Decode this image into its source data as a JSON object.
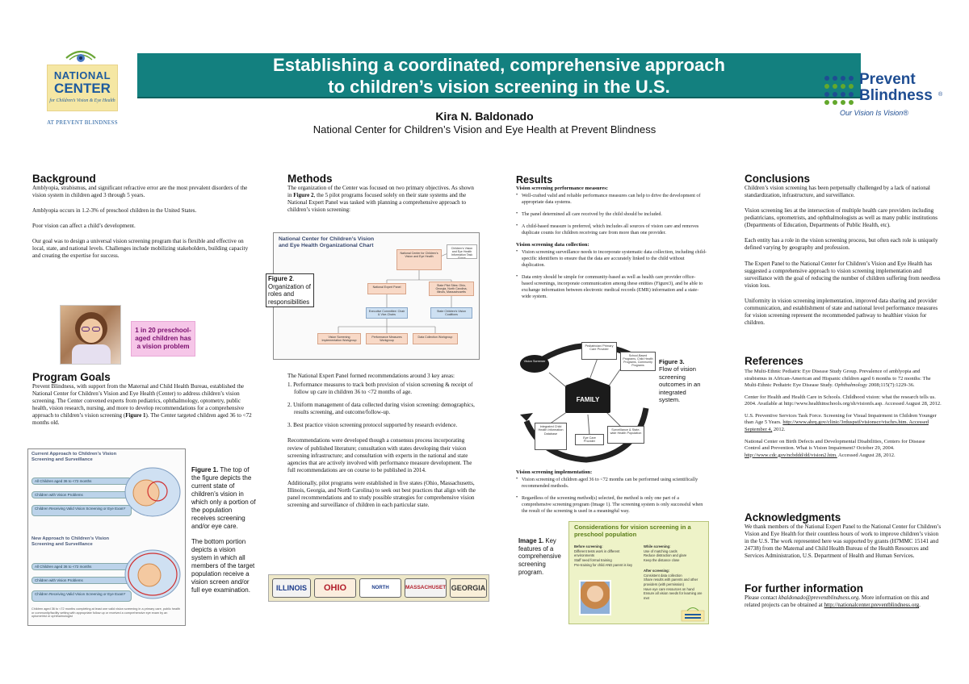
{
  "header": {
    "title_line1": "Establishing a coordinated, comprehensive approach",
    "title_line2": "to children’s vision screening in the U.S.",
    "author": "Kira N. Baldonado",
    "affiliation": "National Center for Children’s Vision and Eye Health at Prevent Blindness",
    "left_logo": {
      "line1": "NATIONAL",
      "line2": "CENTER",
      "line3": "for Children’s Vision & Eye Health",
      "line4": "AT PREVENT BLINDNESS"
    },
    "right_logo": {
      "line1": "Prevent",
      "line2": "Blindness",
      "reg": "®",
      "tagline": "Our Vision Is Vision®"
    }
  },
  "background": {
    "heading": "Background",
    "p1": "Amblyopia, strabismus, and significant refractive error are the most prevalent disorders of the vision system in children aged 3 through 5 years.",
    "p2": "Amblyopia occurs in 1.2-3% of preschool children in the United States.",
    "p3": "Poor vision can affect a child’s development.",
    "p4": "Our goal was to design a universal vision screening program that is flexible and effective on local, state, and national levels. Challenges include mobilizing stakeholders, building capacity and creating the expertise for success.",
    "callout": "1 in 20 preschool-aged children has a vision problem"
  },
  "program_goals": {
    "heading": "Program Goals",
    "p_pre": "Prevent Blindness, with support from the Maternal and Child Health Bureau, established the National Center for Children’s Vision and Eye Health (Center) to address children’s vision screening. The Center convened experts from pediatrics, ophthalmology, optometry, public health, vision research, nursing, and more to develop recommendations for a comprehensive approach to children’s vision screening (",
    "p_ref": "Figure 1",
    "p_post": "). The Center targeted children aged 36 to <72 months old.",
    "figure1": {
      "current_title": "Current Approach to Children’s Vision Screening and Surveillance",
      "current_rows": [
        "All Children aged 36 to <72 months",
        "Children with Vision Problems",
        "Children Receiving Valid Vision Screening or Eye Exam*"
      ],
      "new_title": "New Approach to Children’s Vision Screening and Surveillance",
      "new_rows": [
        "All Children aged 36 to <72 months",
        "Children with Vision Problems",
        "Children Receiving Valid Vision Screening or Eye Exam*"
      ],
      "footnote": "Children aged 36 to <72 months completing at least one valid vision screening in a primary care, public health or community/facility setting with appropriate follow up or received a comprehensive eye exam by an optometrist or ophthalmologist"
    },
    "fig1_label": "Figure 1.",
    "fig1_caption_a": "The top of the figure depicts the current state of children’s vision in which only a portion of the population receives screening and/or eye care.",
    "fig1_caption_b": "The bottom portion depicts a vision system in which all members of the target population receive a vision screen and/or full eye examination."
  },
  "methods": {
    "heading": "Methods",
    "p1_pre": "The organization of the Center was focused on two primary objectives. As shown in ",
    "p1_ref": "Figure 2",
    "p1_post": ", the 5 pilot programs focused solely on their state systems and the National Expert Panel was tasked with planning a comprehensive approach to children’s vision screening:",
    "org_chart_title": "National Center for Children’s Vision and Eye Health Organizational Chart",
    "org_nodes": [
      "National Center for Children’s Vision and Eye Health",
      "Children’s Vision and Eye Health Information Task Force",
      "National Expert Panel",
      "State Pilot Sites: Ohio, Georgia, North Carolina, Illinois, Massachusetts",
      "Executive Committee: Chair & Vice-Chairs",
      "State Children’s Vision Coalitions",
      "Vision Screening Implementation Workgroup",
      "Performance Measures Workgroup",
      "Data Collection Workgroup"
    ],
    "fig2_label": "Figure 2",
    "fig2_caption": "Organization of roles and responsibilities",
    "p2": "The National Expert Panel formed recommendations around 3 key areas:",
    "list": [
      "1. Performance measures to track both provision of vision screening & receipt of follow up care in children 36 to <72 months of age.",
      "2. Uniform management of data collected during vision screening: demographics, results screening, and outcome/follow-up.",
      "3. Best practice vision screening protocol supported by research evidence."
    ],
    "p3": "Recommendations were developed though a consensus process incorporating review of published literature; consultation with states developing their vision screening infrastructure; and consultation with experts in the national and state agencies that are actively involved with performance measure development. The full recommendations are on course to be published in 2014.",
    "p4": "Additionally, pilot programs were established in five states (Ohio, Massachusetts, Illinois, Georgia, and North Carolina) to seek out best practices that align with the panel recommendations and to study possible strategies for comprehensive vision screening and surveillance of children in each particular state.",
    "plates": [
      "ILLINOIS",
      "OHIO",
      "NORTH CAROLINA",
      "MASSACHUSETTS",
      "GEORGIA"
    ]
  },
  "results": {
    "heading": "Results",
    "s1_title": "Vision screening performance measures:",
    "s1_items": [
      "Well-crafted valid and reliable performance measures can help to drive the development of appropriate data systems.",
      "The panel determined all care received by the child should be included.",
      "A child-based measure is preferred, which includes all sources of vision care and removes duplicate counts for children receiving care from more than one provider."
    ],
    "s2_title": "Vision screening data collection:",
    "s2_items": [
      "Vision screening surveillance needs to incorporate systematic data collection, including child-specific identifiers to ensure that the data are accurately linked to the child without duplication.",
      "Data entry should be simple for community-based as well as health care provider office-based screenings, incorporate communication among these entities (Figure3), and be able to exchange information between electronic medical records (EMR) information and a state-wide system."
    ],
    "fig3": {
      "center": "FAMILY",
      "nodes": [
        "Vision Screener",
        "Pediatrician/ Primary Care Provider",
        "School-Based Programs, Child Health Programs, Community Programs",
        "Integrated Child Health Information Database",
        "Eye Care Provider",
        "Surveillance & State-wide Health Population"
      ]
    },
    "fig3_label": "Figure 3.",
    "fig3_caption": "Flow of vision screening outcomes in an integrated system.",
    "s3_title": "Vision screening implementation:",
    "s3_items": [
      "Vision screening of children aged 36 to <72 months can be performed using scientifically recommended methods.",
      "Regardless of the screening method(s) selected, the method is only one part of a comprehensive screening program (Image 1). The screening system is only successful when the result of the screening is used in a meaningful way."
    ],
    "img1_label": "Image 1.",
    "img1_caption": "Key features of a comprehensive screening program.",
    "image1": {
      "title": "Considerations for vision screening in a preschool population",
      "before_title": "Before screening:",
      "before_items": [
        "Different tests work in different environments",
        "Staff need formal training",
        "Pre-training for child AND parent is key"
      ],
      "while_title": "While screening:",
      "while_items": [
        "Use of matching cards",
        "Reduce distraction and glare",
        "Keep the distance close"
      ],
      "after_title": "After screening:",
      "after_items": [
        "Consistent data collection",
        "Share results with parents and other providers (with permission)",
        "Have eye care resources on hand",
        "Ensure all vision needs for learning are met"
      ]
    }
  },
  "conclusions": {
    "heading": "Conclusions",
    "p1": "Children’s vision screening has been perpetually challenged by a lack of national standardization, infrastructure, and surveillance.",
    "p2": "Vision screening lies at the intersection of multiple health care providers including pediatricians, optometrists, and ophthalmologists as well as many public institutions (Departments of Education, Departments of Public Health, etc).",
    "p3": "Each entity has a role in the vision screening process, but often each role is uniquely defined varying by geography and profession.",
    "p4": "The Expert Panel to the National Center for Children’s Vision and Eye Health has suggested a comprehensive approach to vision screening implementation and surveillance with the goal of reducing the number of children suffering from needless vision loss.",
    "p5": "Uniformity in vision screening implementation, improved data sharing and provider communication, and establishment of state and national level performance measures for vision screening represent the recommended pathway to healthier vision for children."
  },
  "references": {
    "heading": "References",
    "items": [
      {
        "text": "The Multi-Ethnic Pediatric Eye Disease Study Group. Prevalence of amblyopia and strabismus in African-American and Hispanic children aged 6 months to 72 months: The Multi-Ethnic Pediatric Eye Disease Study.",
        "journal": "Ophthalmology",
        "tail": "2008;115(7):1229-36."
      },
      {
        "text": "Center for Health and Health Care in Schools. Childhood vision: what the research tells us. 2004. Available at http://www.healthinschools.org/sh/visionfs.asp. Accessed August 28, 2012.",
        "journal": "",
        "tail": ""
      },
      {
        "text": "U.S. Preventive Services Task Force. Screening for Visual Impairment in Children Younger than Age 5 Years.",
        "link": "http://www.ahrq.gov/clinic/3rduspstf/visionscr/vischrs.htm. Accessed September 4,",
        "tail": "2012."
      },
      {
        "text": "National Center on Birth Defects and Developmental Disabilities, Centers for Disease Control and Prevention. What is Vision Impairment? October 29, 2004.",
        "link": "http://www.cdc.gov/ncbddd/dd/vision2.htm.",
        "tail": "Accessed August 28, 2012."
      }
    ]
  },
  "acknowledgments": {
    "heading": "Acknowledgments",
    "p": "We thank members of the National Expert Panel to the National Center for Children’s Vision and Eye Health for their countless hours of work to improve children’s vision in the U.S. The work represented here was supported by grants (H7MMC 15141 and 24738) from the Maternal and Child Health Bureau of the Health Resources and Services Administration, U.S. Department of Health and Human Services."
  },
  "further": {
    "heading": "For further information",
    "p_pre": "Please contact ",
    "email": "kbaldonado@preventblindness.org",
    "p_mid": ". More information on this and related projects can be obtained at ",
    "url": "http://nationalcenter.preventblindness.org",
    "p_end": "."
  },
  "colors": {
    "banner": "#13807f",
    "callout_bg": "#f6c6e8",
    "callout_text": "#7a0f6e",
    "prevent_blue": "#1e4d92",
    "prevent_green": "#63a82c"
  }
}
